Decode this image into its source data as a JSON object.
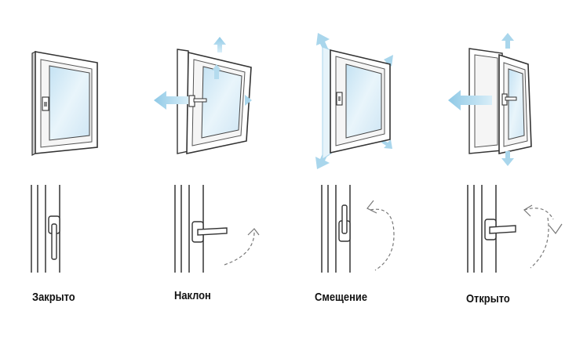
{
  "states": [
    {
      "key": "closed",
      "label": "Закрыто"
    },
    {
      "key": "tilt",
      "label": "Наклон"
    },
    {
      "key": "shift",
      "label": "Смещение"
    },
    {
      "key": "open",
      "label": "Открыто"
    }
  ],
  "colors": {
    "frame_stroke": "#333333",
    "frame_fill": "#ffffff",
    "glass": "#d6eaf5",
    "arrow": "#a9d6ec",
    "dashed": "#777777"
  },
  "icons": {
    "closed": "window-closed-icon",
    "tilt": "window-tilt-icon",
    "shift": "window-shift-icon",
    "open": "window-open-icon"
  }
}
